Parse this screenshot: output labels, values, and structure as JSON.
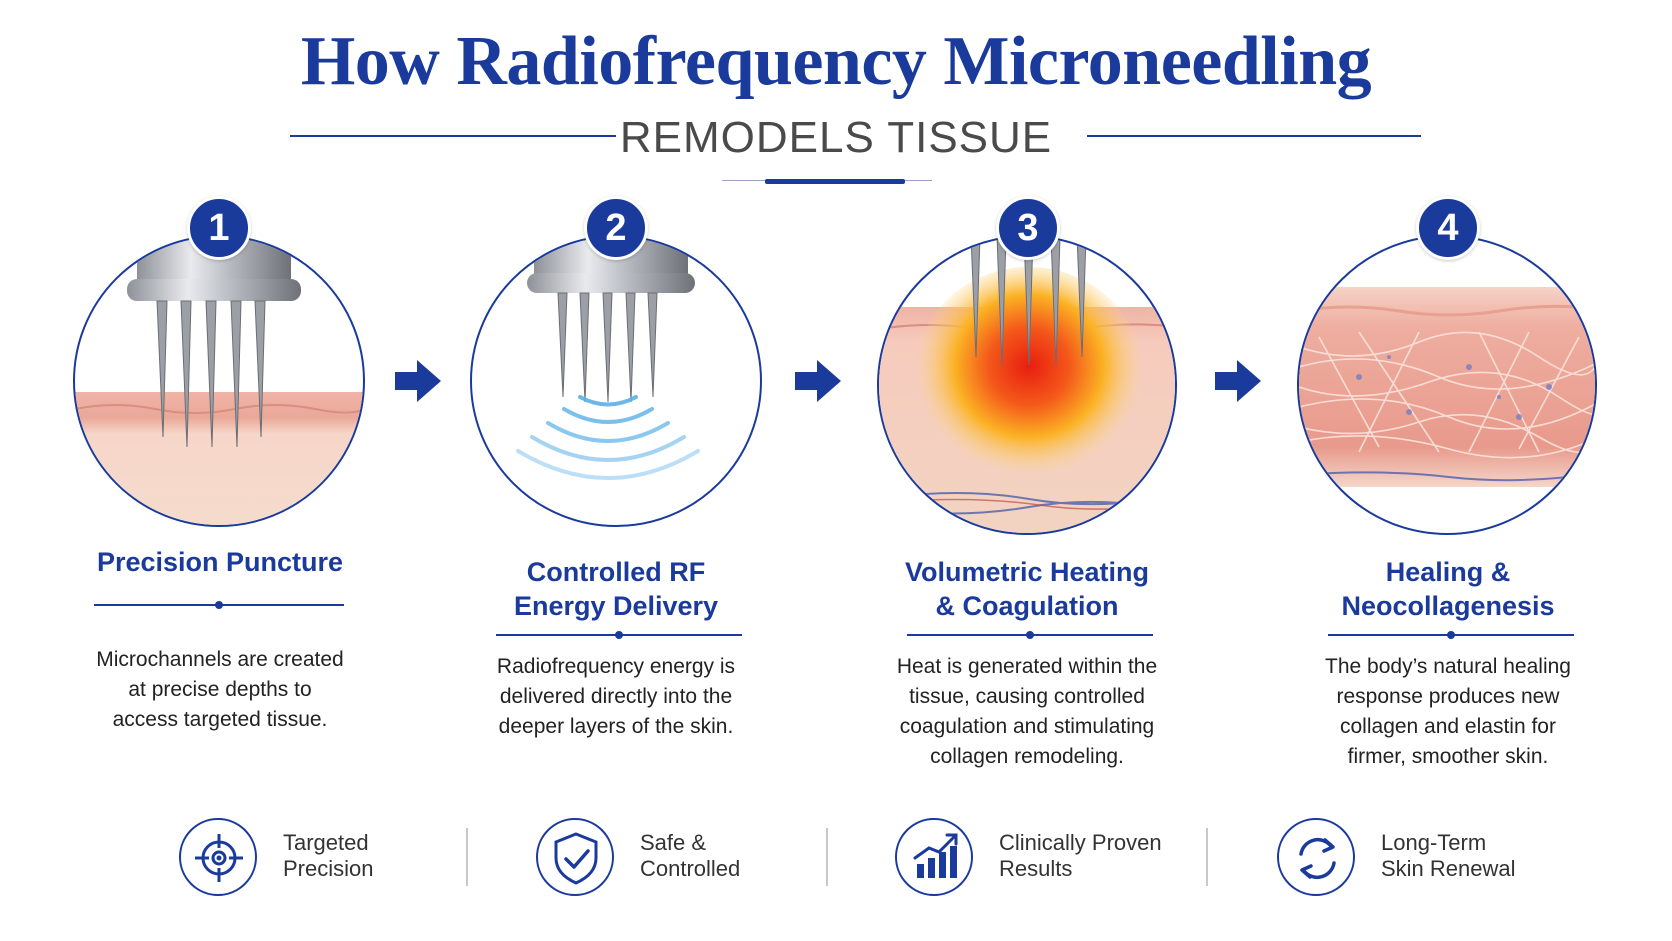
{
  "title": "How Radiofrequency Microneedling",
  "subtitle": "REMODELS TISSUE",
  "colors": {
    "primary": "#1a3a9c",
    "text": "#222222",
    "subtitle": "#4a4a4a"
  },
  "steps": [
    {
      "number": "1",
      "title_lines": [
        "Precision Puncture"
      ],
      "description_lines": [
        "Microchannels are created",
        "at precise depths to",
        "access targeted tissue."
      ],
      "illustration": "needle-puncture-illustration"
    },
    {
      "number": "2",
      "title_lines": [
        "Controlled RF",
        "Energy Delivery"
      ],
      "description_lines": [
        "Radiofrequency energy is",
        "delivered directly into the",
        "deeper layers of the skin."
      ],
      "illustration": "rf-wave-illustration"
    },
    {
      "number": "3",
      "title_lines": [
        "Volumetric Heating",
        "& Coagulation"
      ],
      "description_lines": [
        "Heat is generated within the",
        "tissue, causing controlled",
        "coagulation and stimulating",
        "collagen remodeling."
      ],
      "illustration": "heat-zone-illustration"
    },
    {
      "number": "4",
      "title_lines": [
        "Healing &",
        "Neocollagenesis"
      ],
      "description_lines": [
        "The body’s natural healing",
        "response produces new",
        "collagen and elastin for",
        "firmer, smoother skin."
      ],
      "illustration": "collagen-network-illustration"
    }
  ],
  "features": [
    {
      "icon": "target-icon",
      "label_lines": [
        "Targeted",
        "Precision"
      ]
    },
    {
      "icon": "shield-check-icon",
      "label_lines": [
        "Safe &",
        "Controlled"
      ]
    },
    {
      "icon": "chart-growth-icon",
      "label_lines": [
        "Clinically Proven",
        "Results"
      ]
    },
    {
      "icon": "renew-cycle-icon",
      "label_lines": [
        "Long-Term",
        "Skin Renewal"
      ]
    }
  ]
}
